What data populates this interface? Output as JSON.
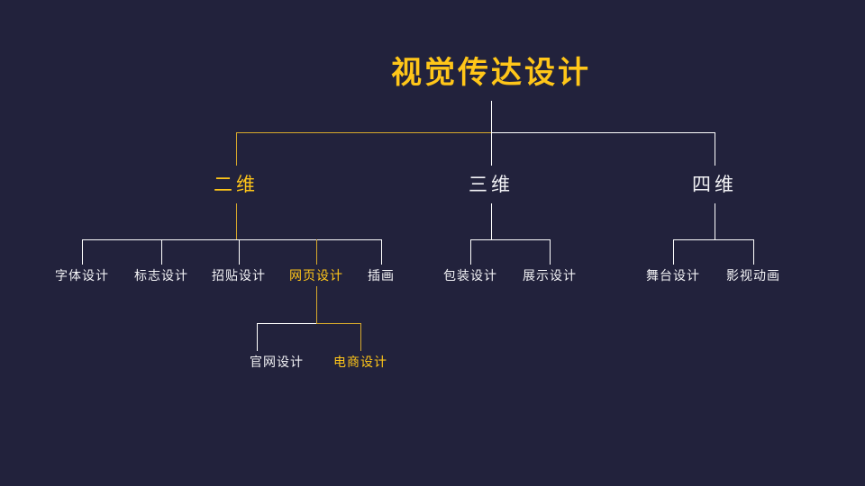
{
  "diagram": {
    "title": "视觉传达设计",
    "type": "tree-mindmap",
    "background_color": "#22223c",
    "text_color": "#f2f2f5",
    "highlight_color": "#ffc619",
    "line_color": "#ffffff",
    "highlight_line_color": "#d7a92c"
  },
  "root": {
    "label": "视觉传达设计",
    "highlighted": true
  },
  "level2": [
    {
      "label": "二维",
      "highlighted": true
    },
    {
      "label": "三维",
      "highlighted": false
    },
    {
      "label": "四维",
      "highlighted": false
    }
  ],
  "level3_2d": [
    {
      "label": "字体设计",
      "highlighted": false
    },
    {
      "label": "标志设计",
      "highlighted": false
    },
    {
      "label": "招贴设计",
      "highlighted": false
    },
    {
      "label": "网页设计",
      "highlighted": true
    },
    {
      "label": "插画",
      "highlighted": false
    }
  ],
  "level3_3d": [
    {
      "label": "包装设计",
      "highlighted": false
    },
    {
      "label": "展示设计",
      "highlighted": false
    }
  ],
  "level3_4d": [
    {
      "label": "舞台设计",
      "highlighted": false
    },
    {
      "label": "影视动画",
      "highlighted": false
    }
  ],
  "level4_web": [
    {
      "label": "官网设计",
      "highlighted": false
    },
    {
      "label": "电商设计",
      "highlighted": true
    }
  ]
}
